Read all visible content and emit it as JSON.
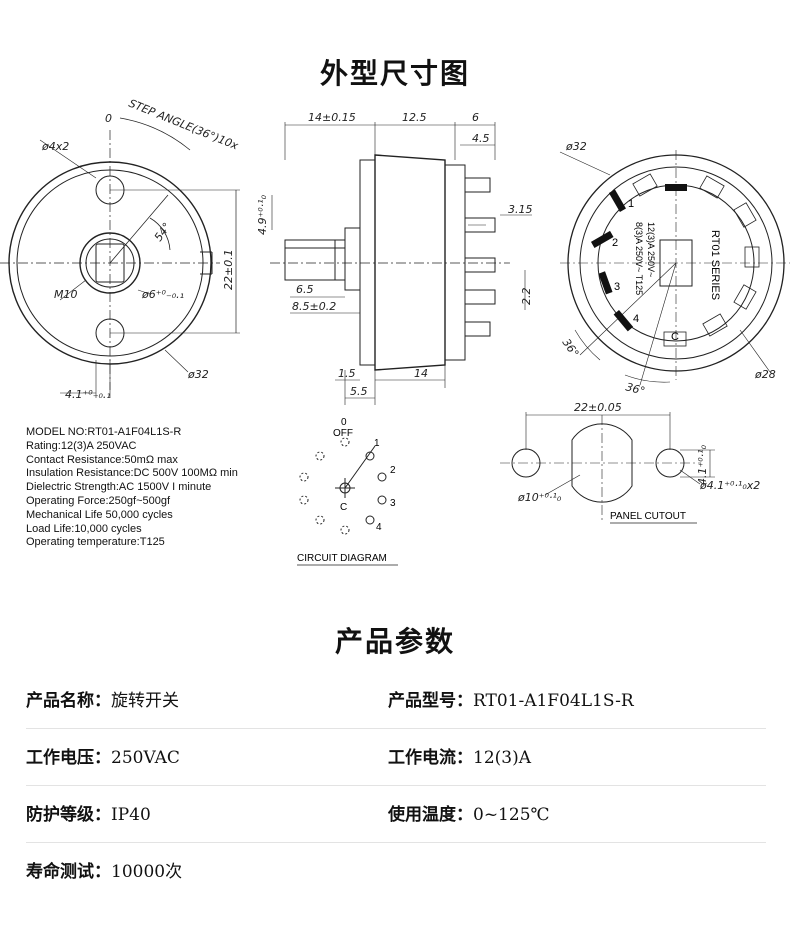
{
  "section1_title": "外型尺寸图",
  "section2_title": "产品参数",
  "front_view": {
    "zero": "0",
    "step_angle": "STEP ANGLE(36°)10x",
    "hole_dia": "ø4x2",
    "angle": "54°",
    "thread": "M10",
    "shaft_dia": "ø6⁺⁰₋₀.₁",
    "height": "22±0.1",
    "outer_dia": "ø32",
    "offset": "4.1⁺⁰₋₀.₁"
  },
  "side_view": {
    "d1": "14±0.15",
    "d2": "12.5",
    "d3": "6",
    "d4": "4.5",
    "d5": "4.9⁺⁰·¹₀",
    "d6": "3.15",
    "d7": "6.5",
    "d8": "8.5±0.2",
    "d9": "2.2",
    "d10": "1.5",
    "d11": "14",
    "d12": "5.5"
  },
  "rear_view": {
    "outer": "ø32",
    "inner": "ø28",
    "series": "RT01 SERIES",
    "rating1": "12(3)A 250V~",
    "rating2": "8(3)A 250V~ T125",
    "angle1": "36°",
    "angle2": "36°",
    "terminals": [
      "1",
      "2",
      "3",
      "4",
      "C"
    ]
  },
  "specs": [
    "MODEL NO:RT01-A1F04L1S-R",
    "Rating:12(3)A 250VAC",
    "Contact Resistance:50mΩ max",
    "Insulation Resistance:DC 500V 100MΩ min",
    "Dielectric Strength:AC 1500V I minute",
    "Operating Force:250gf~500gf",
    "Mechanical Life 50,000 cycles",
    "Load Life:10,000 cycles",
    "Operating temperature:T125"
  ],
  "circuit": {
    "zero": "0",
    "off": "OFF",
    "positions": [
      "1",
      "2",
      "3",
      "4"
    ],
    "common": "C",
    "caption": "CIRCUIT DIAGRAM"
  },
  "panel": {
    "width": "22±0.05",
    "height": "4.1⁺⁰·¹₀",
    "hole": "ø4.1⁺⁰·¹₀x2",
    "center": "ø10⁺⁰·¹₀",
    "caption": "PANEL CUTOUT"
  },
  "params": [
    {
      "k1": "产品名称：",
      "v1": "旋转开关",
      "k2": "产品型号：",
      "v2": "RT01-A1F04L1S-R"
    },
    {
      "k1": "工作电压：",
      "v1": "250VAC",
      "k2": "工作电流：",
      "v2": "12(3)A"
    },
    {
      "k1": "防护等级：",
      "v1": "IP40",
      "k2": "使用温度：",
      "v2": "0~125℃"
    },
    {
      "k1": "寿命测试：",
      "v1": "10000次",
      "k2": "",
      "v2": ""
    }
  ]
}
